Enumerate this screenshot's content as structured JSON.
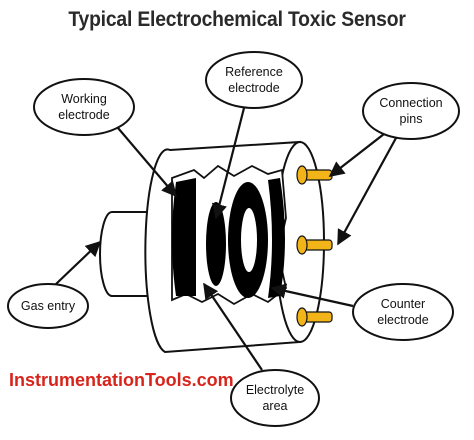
{
  "title": "Typical Electrochemical Toxic Sensor",
  "labels": {
    "working_electrode": [
      "Working",
      "electrode"
    ],
    "reference_electrode": [
      "Reference",
      "electrode"
    ],
    "connection_pins": [
      "Connection",
      "pins"
    ],
    "gas_entry": [
      "Gas entry"
    ],
    "counter_electrode": [
      "Counter",
      "electrode"
    ],
    "electrolyte_area": [
      "Electrolyte",
      "area"
    ]
  },
  "watermark": "InstrumentationTools.com",
  "colors": {
    "watermark": "#d8251c",
    "pin": "#f2b418",
    "electrode": "#000000",
    "outline": "#111111"
  }
}
